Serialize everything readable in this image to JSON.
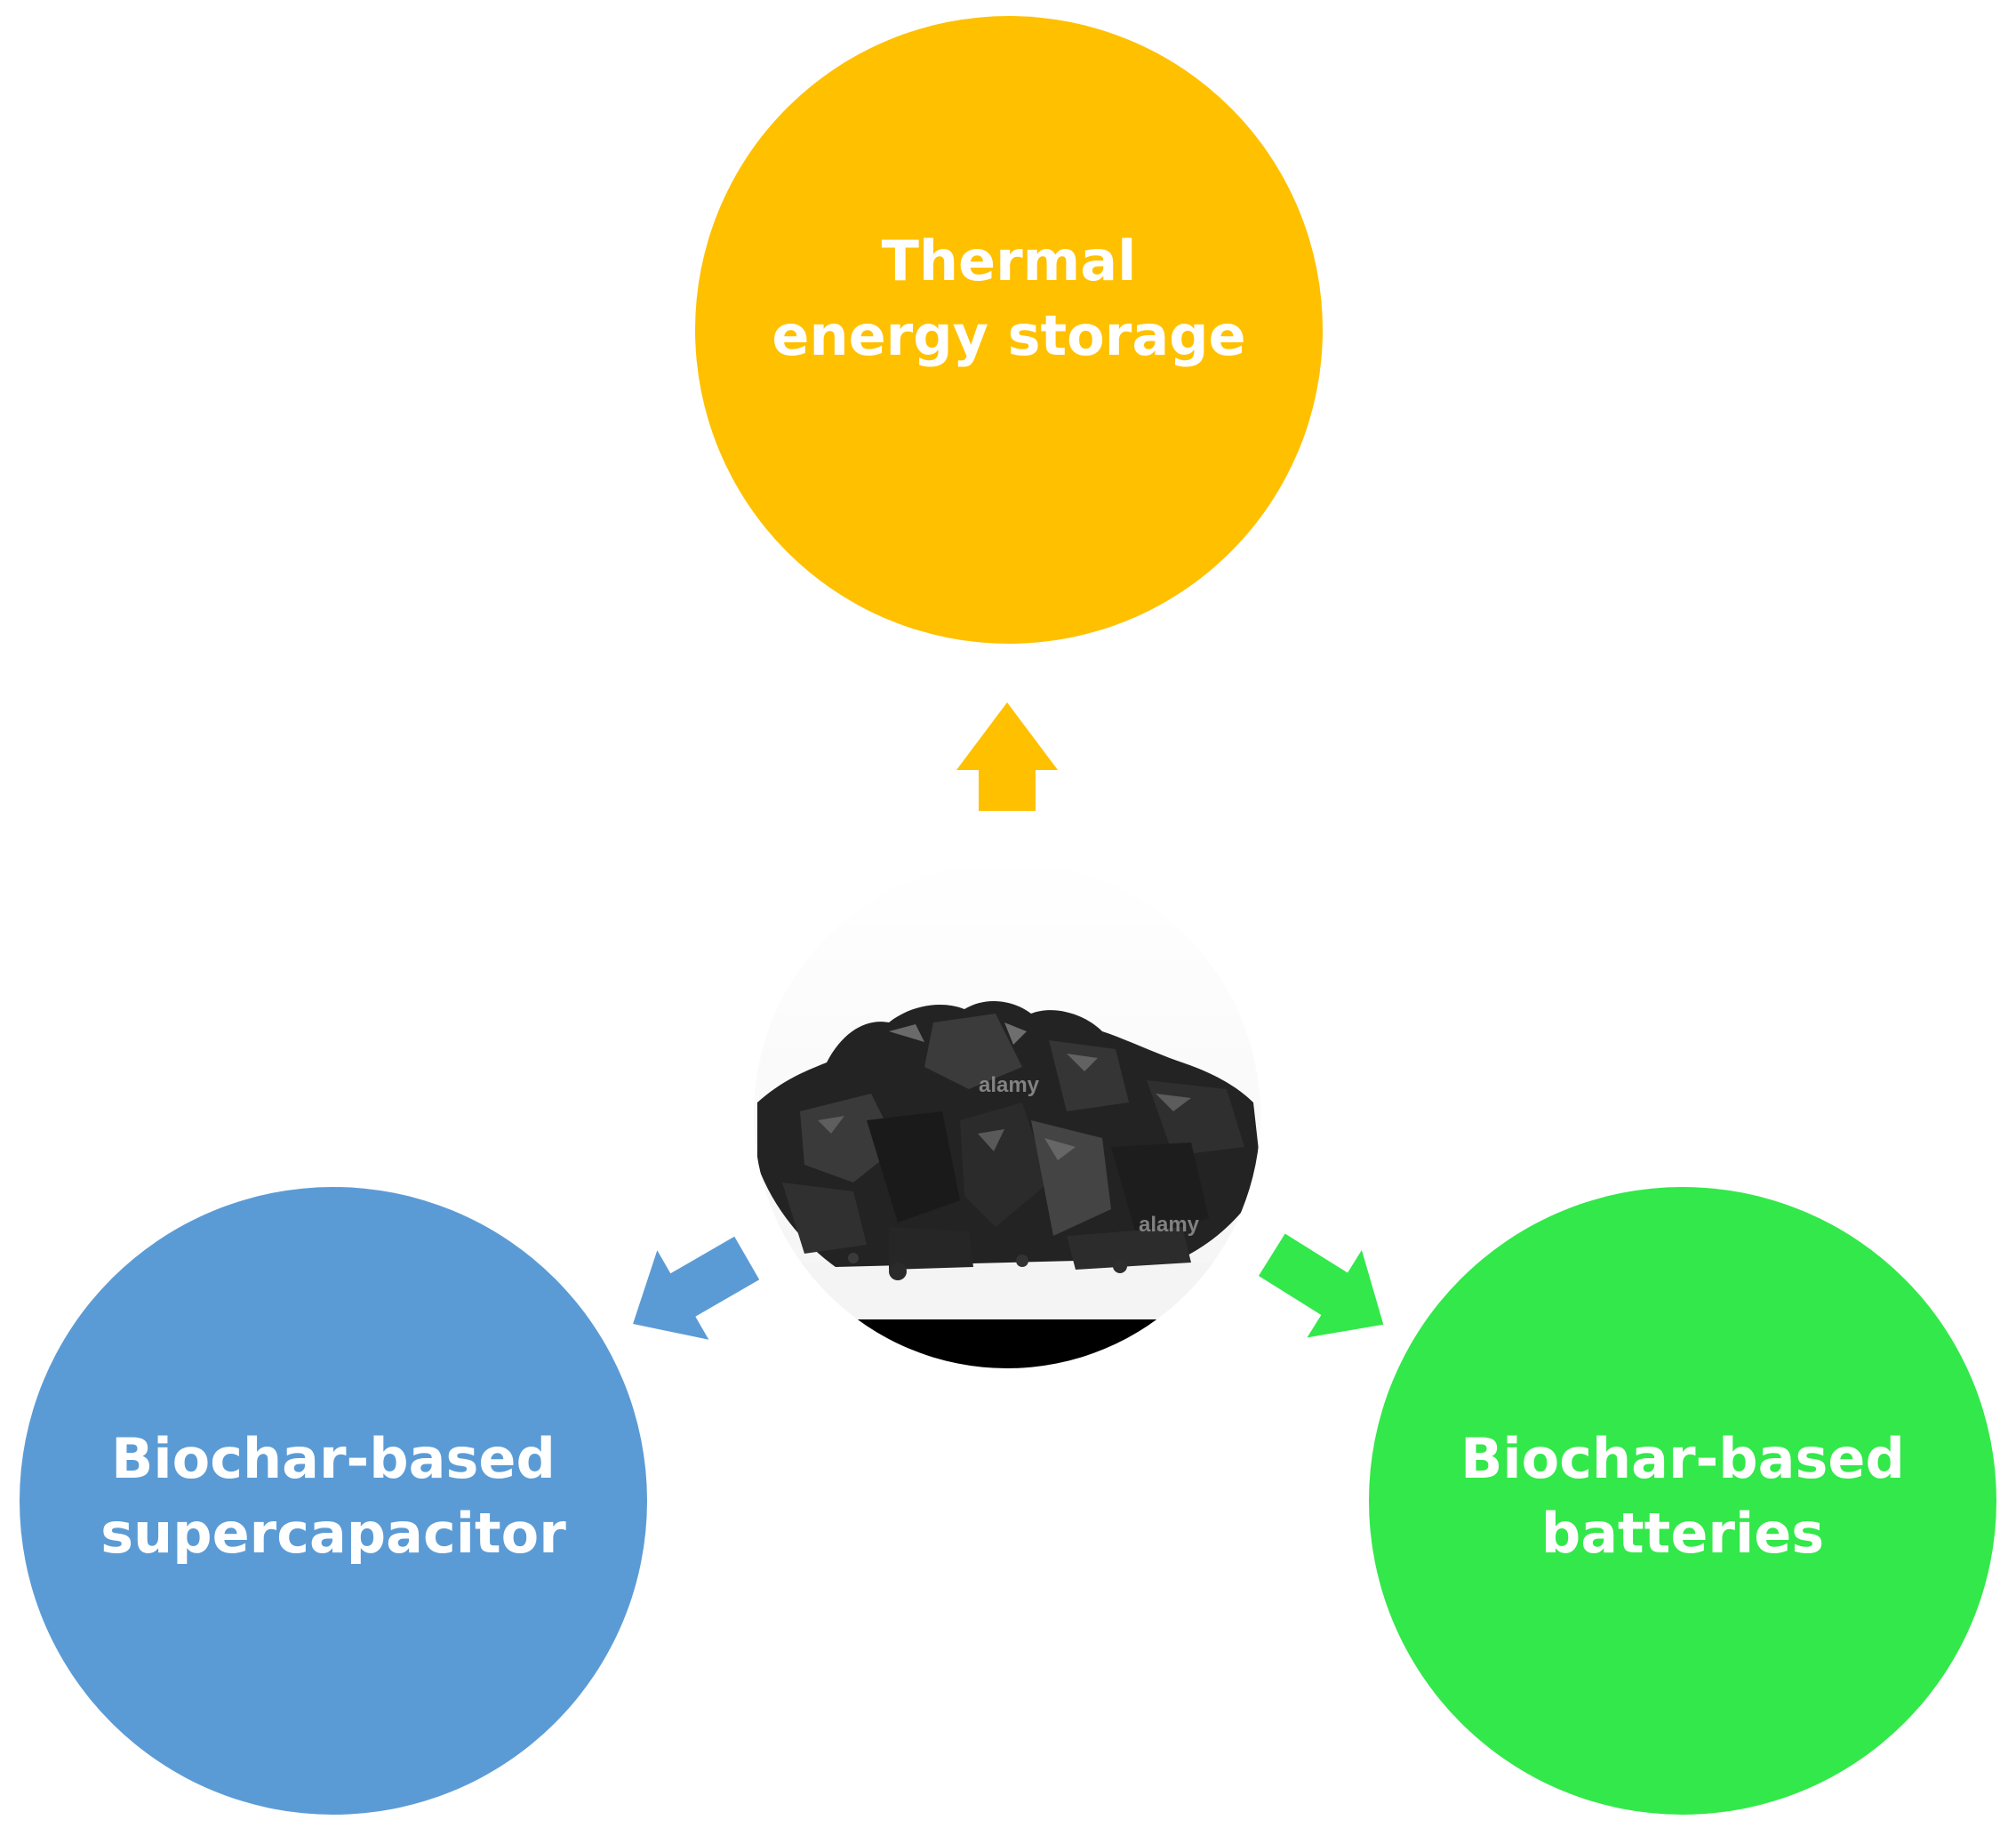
{
  "diagram": {
    "nodes": [
      {
        "id": "top",
        "lines": [
          "Thermal",
          "energy storage"
        ],
        "color": "#FFC000"
      },
      {
        "id": "left",
        "lines": [
          "Biochar-based",
          "supercapacitor"
        ],
        "color": "#5B9BD5"
      },
      {
        "id": "right",
        "lines": [
          "Biochar-based",
          "batteries"
        ],
        "color": "#33E84A"
      }
    ],
    "center": {
      "image": "biochar-pile-photo",
      "watermarks": [
        "alamy",
        "alamy"
      ]
    },
    "arrows": [
      {
        "to": "top",
        "color": "#FFC000",
        "icon": "arrow-up-icon"
      },
      {
        "to": "left",
        "color": "#5B9BD5",
        "icon": "arrow-down-left-icon"
      },
      {
        "to": "right",
        "color": "#33E84A",
        "icon": "arrow-down-right-icon"
      }
    ]
  }
}
